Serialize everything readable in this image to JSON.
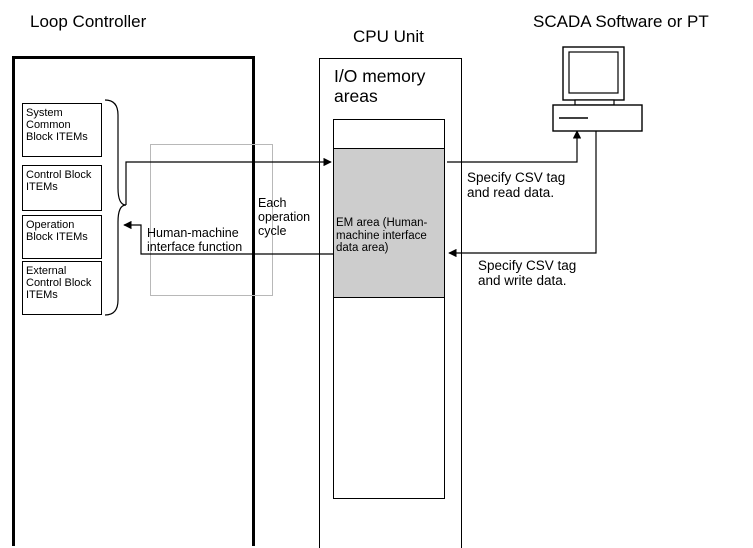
{
  "titles": {
    "loop_controller": "Loop Controller",
    "cpu_unit": "CPU Unit",
    "scada": "SCADA Software or PT"
  },
  "item_blocks": [
    "System Common Block ITEMs",
    "Control Block ITEMs",
    "Operation Block ITEMs",
    "External Control Block ITEMs"
  ],
  "hmi_function": "Human-machine interface function",
  "each_cycle": "Each operation cycle",
  "io_memory": "I/O memory areas",
  "em_area": "EM area (Human-machine interface data area)",
  "read_label": "Specify CSV tag and read data.",
  "write_label": "Specify CSV tag and write data.",
  "colors": {
    "em_fill": "#cdcdcd",
    "hmi_box_border": "#b8b8b8",
    "line": "#000000"
  }
}
